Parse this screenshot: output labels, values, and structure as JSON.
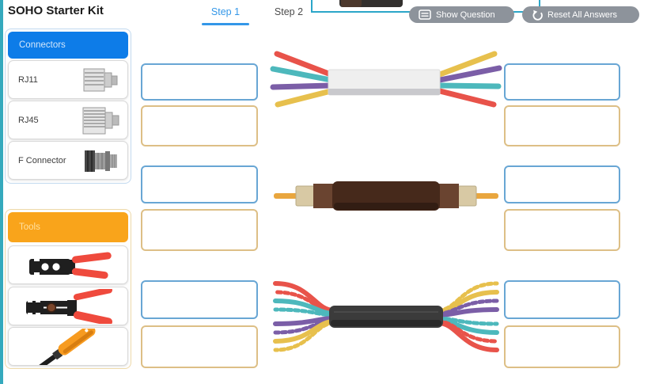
{
  "header": {
    "title": "SOHO Starter Kit",
    "tabs": [
      {
        "label": "Step 1",
        "active": true
      },
      {
        "label": "Step 2",
        "active": false
      }
    ],
    "buttons": [
      {
        "label": "Show Question",
        "icon": "question-panel-icon"
      },
      {
        "label": "Reset All Answers",
        "icon": "reset-icon"
      }
    ]
  },
  "sidebar": {
    "connectors": {
      "title": "Connectors",
      "items": [
        {
          "label": "RJ11",
          "icon": "rj11-connector-icon"
        },
        {
          "label": "RJ45",
          "icon": "rj45-connector-icon"
        },
        {
          "label": "F Connector",
          "icon": "f-connector-icon"
        }
      ]
    },
    "tools": {
      "title": "Tools",
      "items": [
        {
          "icon": "rj45-crimper-icon"
        },
        {
          "icon": "wire-crimper-stripper-icon"
        },
        {
          "icon": "punchdown-tool-icon"
        }
      ]
    }
  },
  "workspace": {
    "rows": [
      {
        "cable": "telephone-cable",
        "description": "flat 4-wire telephone cable with red, teal, purple and yellow wires fanned at both ends",
        "zones": {
          "left_connector": "",
          "left_tool": "",
          "right_connector": "",
          "right_tool": ""
        }
      },
      {
        "cable": "coaxial-cable",
        "description": "coaxial cable with brown jacket and exposed copper core at both ends",
        "zones": {
          "left_connector": "",
          "left_tool": "",
          "right_connector": "",
          "right_tool": ""
        }
      },
      {
        "cable": "ethernet-cable",
        "description": "twisted-pair ethernet cable, black jacket, 4 solid/striped pairs (red, teal, purple, yellow) fanned at both ends",
        "zones": {
          "left_connector": "",
          "left_tool": "",
          "right_connector": "",
          "right_tool": ""
        }
      }
    ]
  },
  "colors": {
    "accent_blue": "#0d7ce8",
    "accent_orange": "#f9a41b",
    "step_blue": "#3397e8",
    "button_gray": "#8d939b",
    "teal_edge": "#35a9bd",
    "dz_blue_border": "#68a6d4",
    "dz_orange_border": "#ddbf86",
    "wire_red": "#e8534a",
    "wire_teal": "#4db8bc",
    "wire_purple": "#7b5ea7",
    "wire_yellow": "#e7c04d",
    "phone_body": "#efefef",
    "phone_body_shadow": "#c9c9cd",
    "coax_dark": "#46291b",
    "coax_mid": "#6a4430",
    "coax_beige": "#d8c9a4",
    "coax_copper": "#e9a63e",
    "eth_black": "#3b3b3b"
  }
}
